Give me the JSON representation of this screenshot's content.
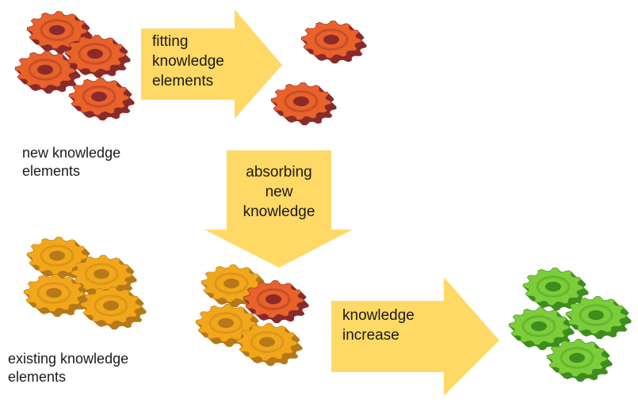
{
  "labels": {
    "new_knowledge": "new knowledge\nelements",
    "existing_knowledge": "existing knowledge\nelements"
  },
  "arrows": {
    "fitting": "fitting\nknowledge\nelements",
    "absorbing": "absorbing\nnew\nknowledge",
    "increase": "knowledge\nincrease"
  },
  "colors": {
    "arrow_fill": "#FFD966",
    "gear_red_light": "#E8622A",
    "gear_red_dark": "#8B2A2A",
    "gear_orange_light": "#F2A71B",
    "gear_orange_dark": "#B5791A",
    "gear_green_light": "#7DCC3A",
    "gear_green_dark": "#3E8E1F"
  },
  "icons": [
    "gear-icon"
  ]
}
